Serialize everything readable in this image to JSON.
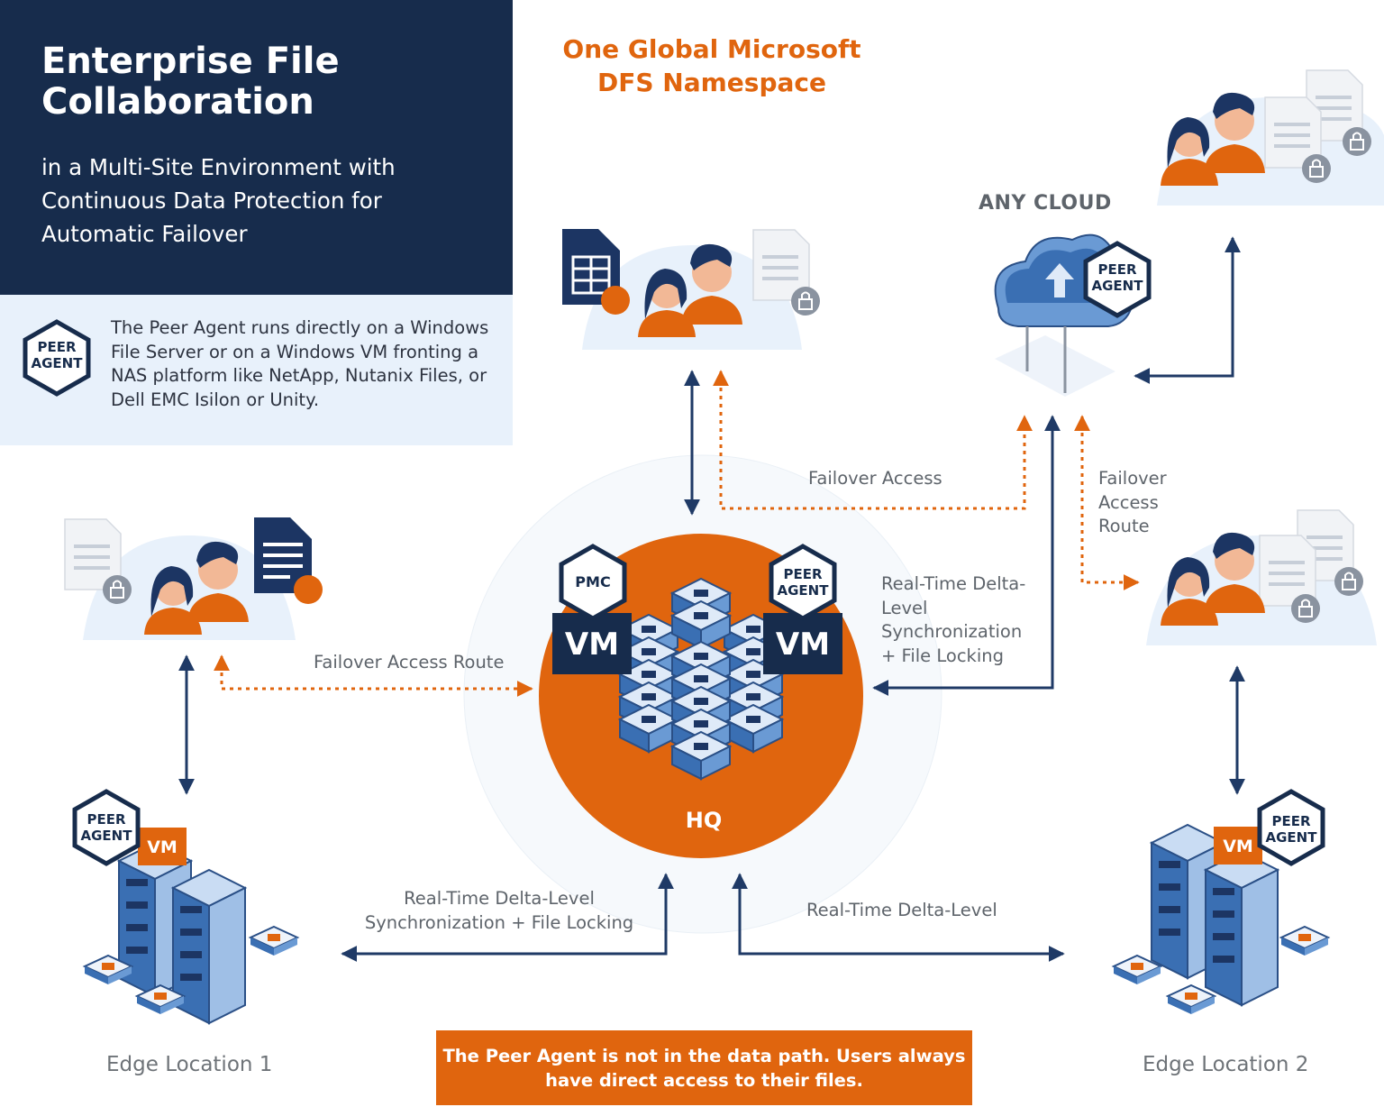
{
  "title": {
    "main_line1": "Enterprise File",
    "main_line2": "Collaboration",
    "sub_line1": "in a Multi-Site Environment with",
    "sub_line2": "Continuous Data Protection for",
    "sub_line3": "Automatic Failover"
  },
  "info": {
    "badge_line1": "PEER",
    "badge_line2": "AGENT",
    "text_line1": "The Peer Agent runs directly on a Windows",
    "text_line2": "File Server or on a Windows VM fronting a",
    "text_line3": "NAS platform like NetApp, Nutanix Files, or",
    "text_line4": "Dell EMC Isilon or Unity."
  },
  "namespace": {
    "line1": "One Global Microsoft",
    "line2": "DFS Namespace"
  },
  "cloud": {
    "label": "ANY CLOUD",
    "badge_line1": "PEER",
    "badge_line2": "AGENT"
  },
  "hq": {
    "label": "HQ",
    "pmc_badge": "PMC",
    "badge_line1": "PEER",
    "badge_line2": "AGENT",
    "vm_left": "VM",
    "vm_right": "VM"
  },
  "labels": {
    "failover_access": "Failover Access",
    "failover_route_r1": "Failover",
    "failover_route_r2": "Access",
    "failover_route_r3": "Route",
    "realtime_right_1": "Real-Time Delta-",
    "realtime_right_2": "Level",
    "realtime_right_3": "Synchronization",
    "realtime_right_4": "+ File Locking",
    "failover_access_route_left": "Failover Access Route",
    "realtime_bottom_left_1": "Real-Time Delta-Level",
    "realtime_bottom_left_2": "Synchronization + File Locking",
    "realtime_bottom_right": "Real-Time Delta-Level"
  },
  "edge1": {
    "label": "Edge Location 1",
    "badge_line1": "PEER",
    "badge_line2": "AGENT",
    "vm": "VM"
  },
  "edge2": {
    "label": "Edge Location 2",
    "badge_line1": "PEER",
    "badge_line2": "AGENT",
    "vm": "VM"
  },
  "note": {
    "line1": "The Peer Agent is not in the data path. Users always",
    "line2": "have direct access to their files."
  },
  "colors": {
    "navy": "#172c4c",
    "orange": "#e0650e",
    "light_blue": "#e8f1fb",
    "arrow_blue": "#1f3a66"
  }
}
